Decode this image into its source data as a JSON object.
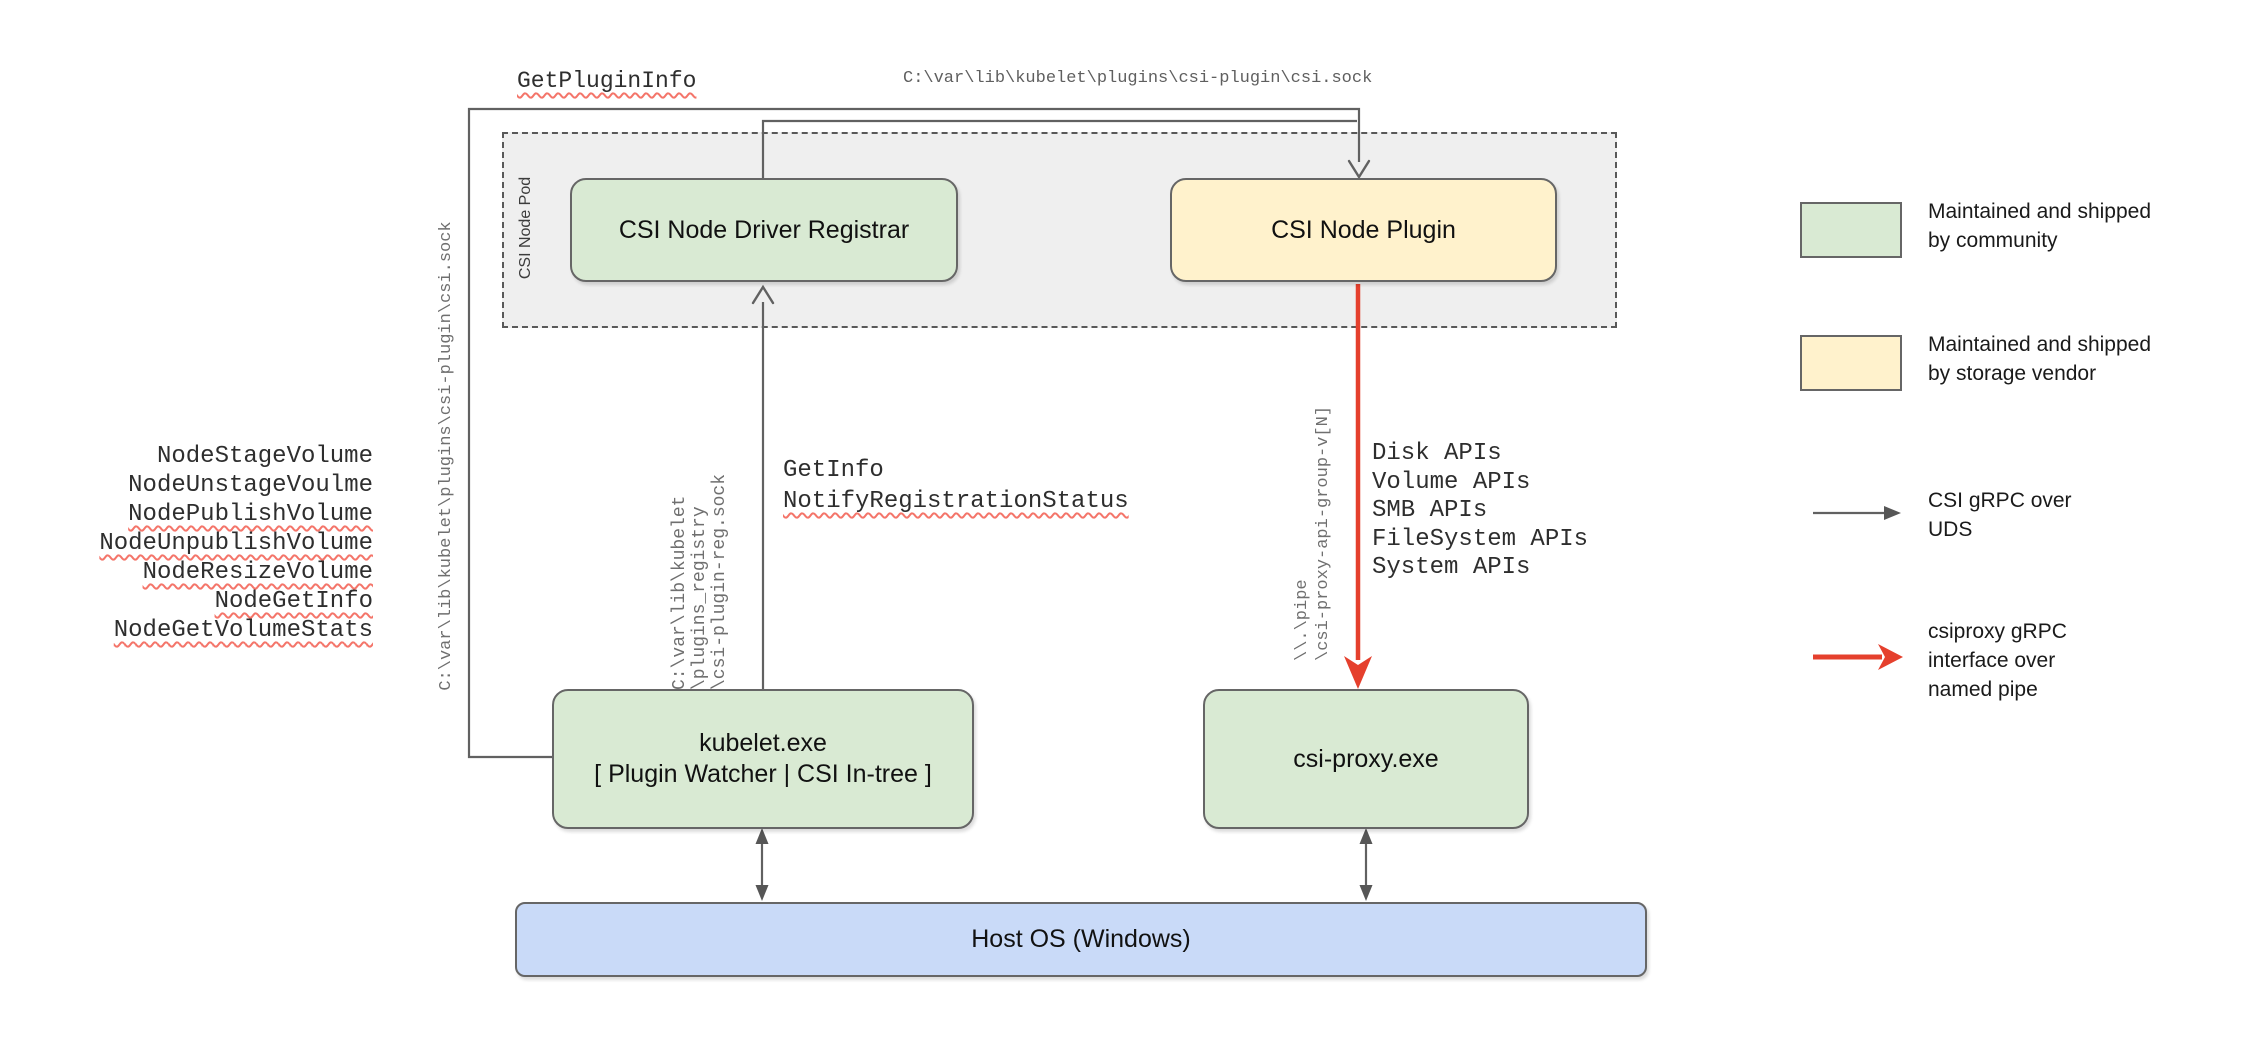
{
  "diagram": {
    "get_plugin_info_label": "GetPluginInfo",
    "csi_sock_path_top": "C:\\var\\lib\\kubelet\\plugins\\csi-plugin\\csi.sock",
    "csi_sock_path_left": "C:\\var\\lib\\kubelet\\plugins\\csi-plugin\\csi.sock",
    "pod_label": "CSI Node Pod",
    "boxes": {
      "registrar": "CSI Node Driver Registrar",
      "plugin": "CSI Node Plugin",
      "kubelet_title": "kubelet.exe",
      "kubelet_subtitle": "[ Plugin Watcher | CSI In-tree ]",
      "csi_proxy": "csi-proxy.exe",
      "host_os": "Host OS (Windows)"
    },
    "node_rpcs": [
      "NodeStageVolume",
      "NodeUnstageVoulme",
      "NodePublishVolume",
      "NodeUnpublishVolume",
      "NodeResizeVolume",
      "NodeGetInfo",
      "NodeGetVolumeStats"
    ],
    "registration_rpcs": [
      "GetInfo",
      "NotifyRegistrationStatus"
    ],
    "registration_socket_path_lines": [
      "C:\\var\\lib\\kubelet",
      "\\plugins_registry",
      "\\csi-plugin-reg.sock"
    ],
    "named_pipe_path_lines": [
      "\\\\.\\pipe",
      "\\csi-proxy-api-group-v[N]"
    ],
    "proxy_api_groups": [
      "Disk APIs",
      "Volume APIs",
      "SMB APIs",
      "FileSystem APIs",
      "System APIs"
    ]
  },
  "legend": {
    "community": "Maintained and shipped by community",
    "vendor": "Maintained and shipped by storage vendor",
    "uds_arrow": "CSI gRPC over UDS",
    "pipe_arrow": "csiproxy gRPC interface over named pipe"
  },
  "colors": {
    "community_fill": "#d9ead3",
    "vendor_fill": "#fff2cc",
    "host_fill": "#c9daf8",
    "pod_fill": "#efefef",
    "connector_gray": "#616161",
    "pipe_red": "#e5402d",
    "spellcheck_red": "#f4756a"
  }
}
